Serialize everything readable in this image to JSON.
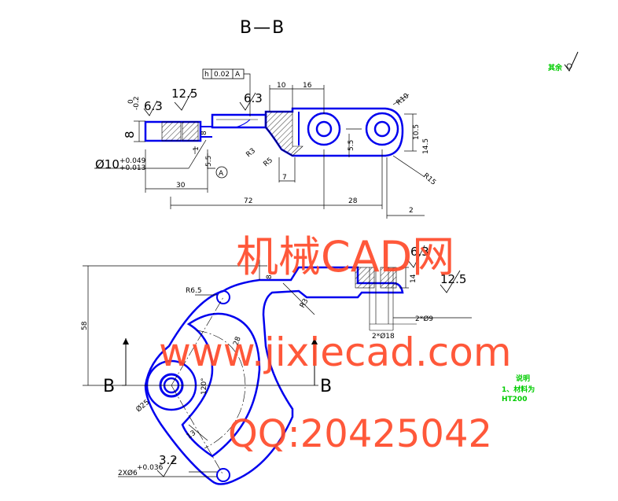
{
  "drawing": {
    "section_title": "B—B",
    "section_marker": "B",
    "datum_label": "A",
    "roughness_rest": "其余",
    "gdt_frame": [
      "h",
      "0.02",
      "A"
    ],
    "top_view_dims": {
      "tol_upper": "0",
      "tol_lower": "-0.2",
      "rough_a": "6.3",
      "rough_b": "12.5",
      "rough_c": "6.3",
      "d_eight": "8",
      "d_one": "1",
      "d_eight_small": "8",
      "d_five_five": "5.5",
      "bore": "Ø10",
      "bore_tol_upper": "+0.049",
      "bore_tol_lower": "+0.013",
      "d_30": "30",
      "d_72": "72",
      "d_28": "28",
      "d_2": "2",
      "d_10": "10",
      "d_16": "16",
      "r10": "R10",
      "r15": "R15",
      "r3": "R3",
      "r5": "R5",
      "d_7": "7",
      "d_5_5b": "5.5",
      "d_10_5": "10.5",
      "d_14_5": "14.5"
    },
    "front_view_dims": {
      "d_58": "58",
      "r6_5": "R6.5",
      "r3": "R3",
      "d_8": "8",
      "d_14": "14",
      "rough_d": "6.3",
      "rough_e": "12.5",
      "d_2x9": "2*Ø9",
      "d_2x18": "2*Ø18",
      "d_28": "28",
      "d_120": "120°",
      "d_25": "Ø25",
      "d_13": "13",
      "hole_callout": "2XØ6",
      "hole_tol": "+0.036",
      "rough_f": "3.2"
    },
    "notes": {
      "heading": "说明",
      "line1": "1、材料为",
      "line2": "HT200"
    }
  },
  "watermark": {
    "line1": "机械CAD网",
    "line2": "www.jixiecad.com",
    "line3": "QQ:20425042"
  },
  "colors": {
    "outline": "#0000ee",
    "dimension": "#000000",
    "note": "#00cc00",
    "watermark": "#ff4a2a"
  }
}
